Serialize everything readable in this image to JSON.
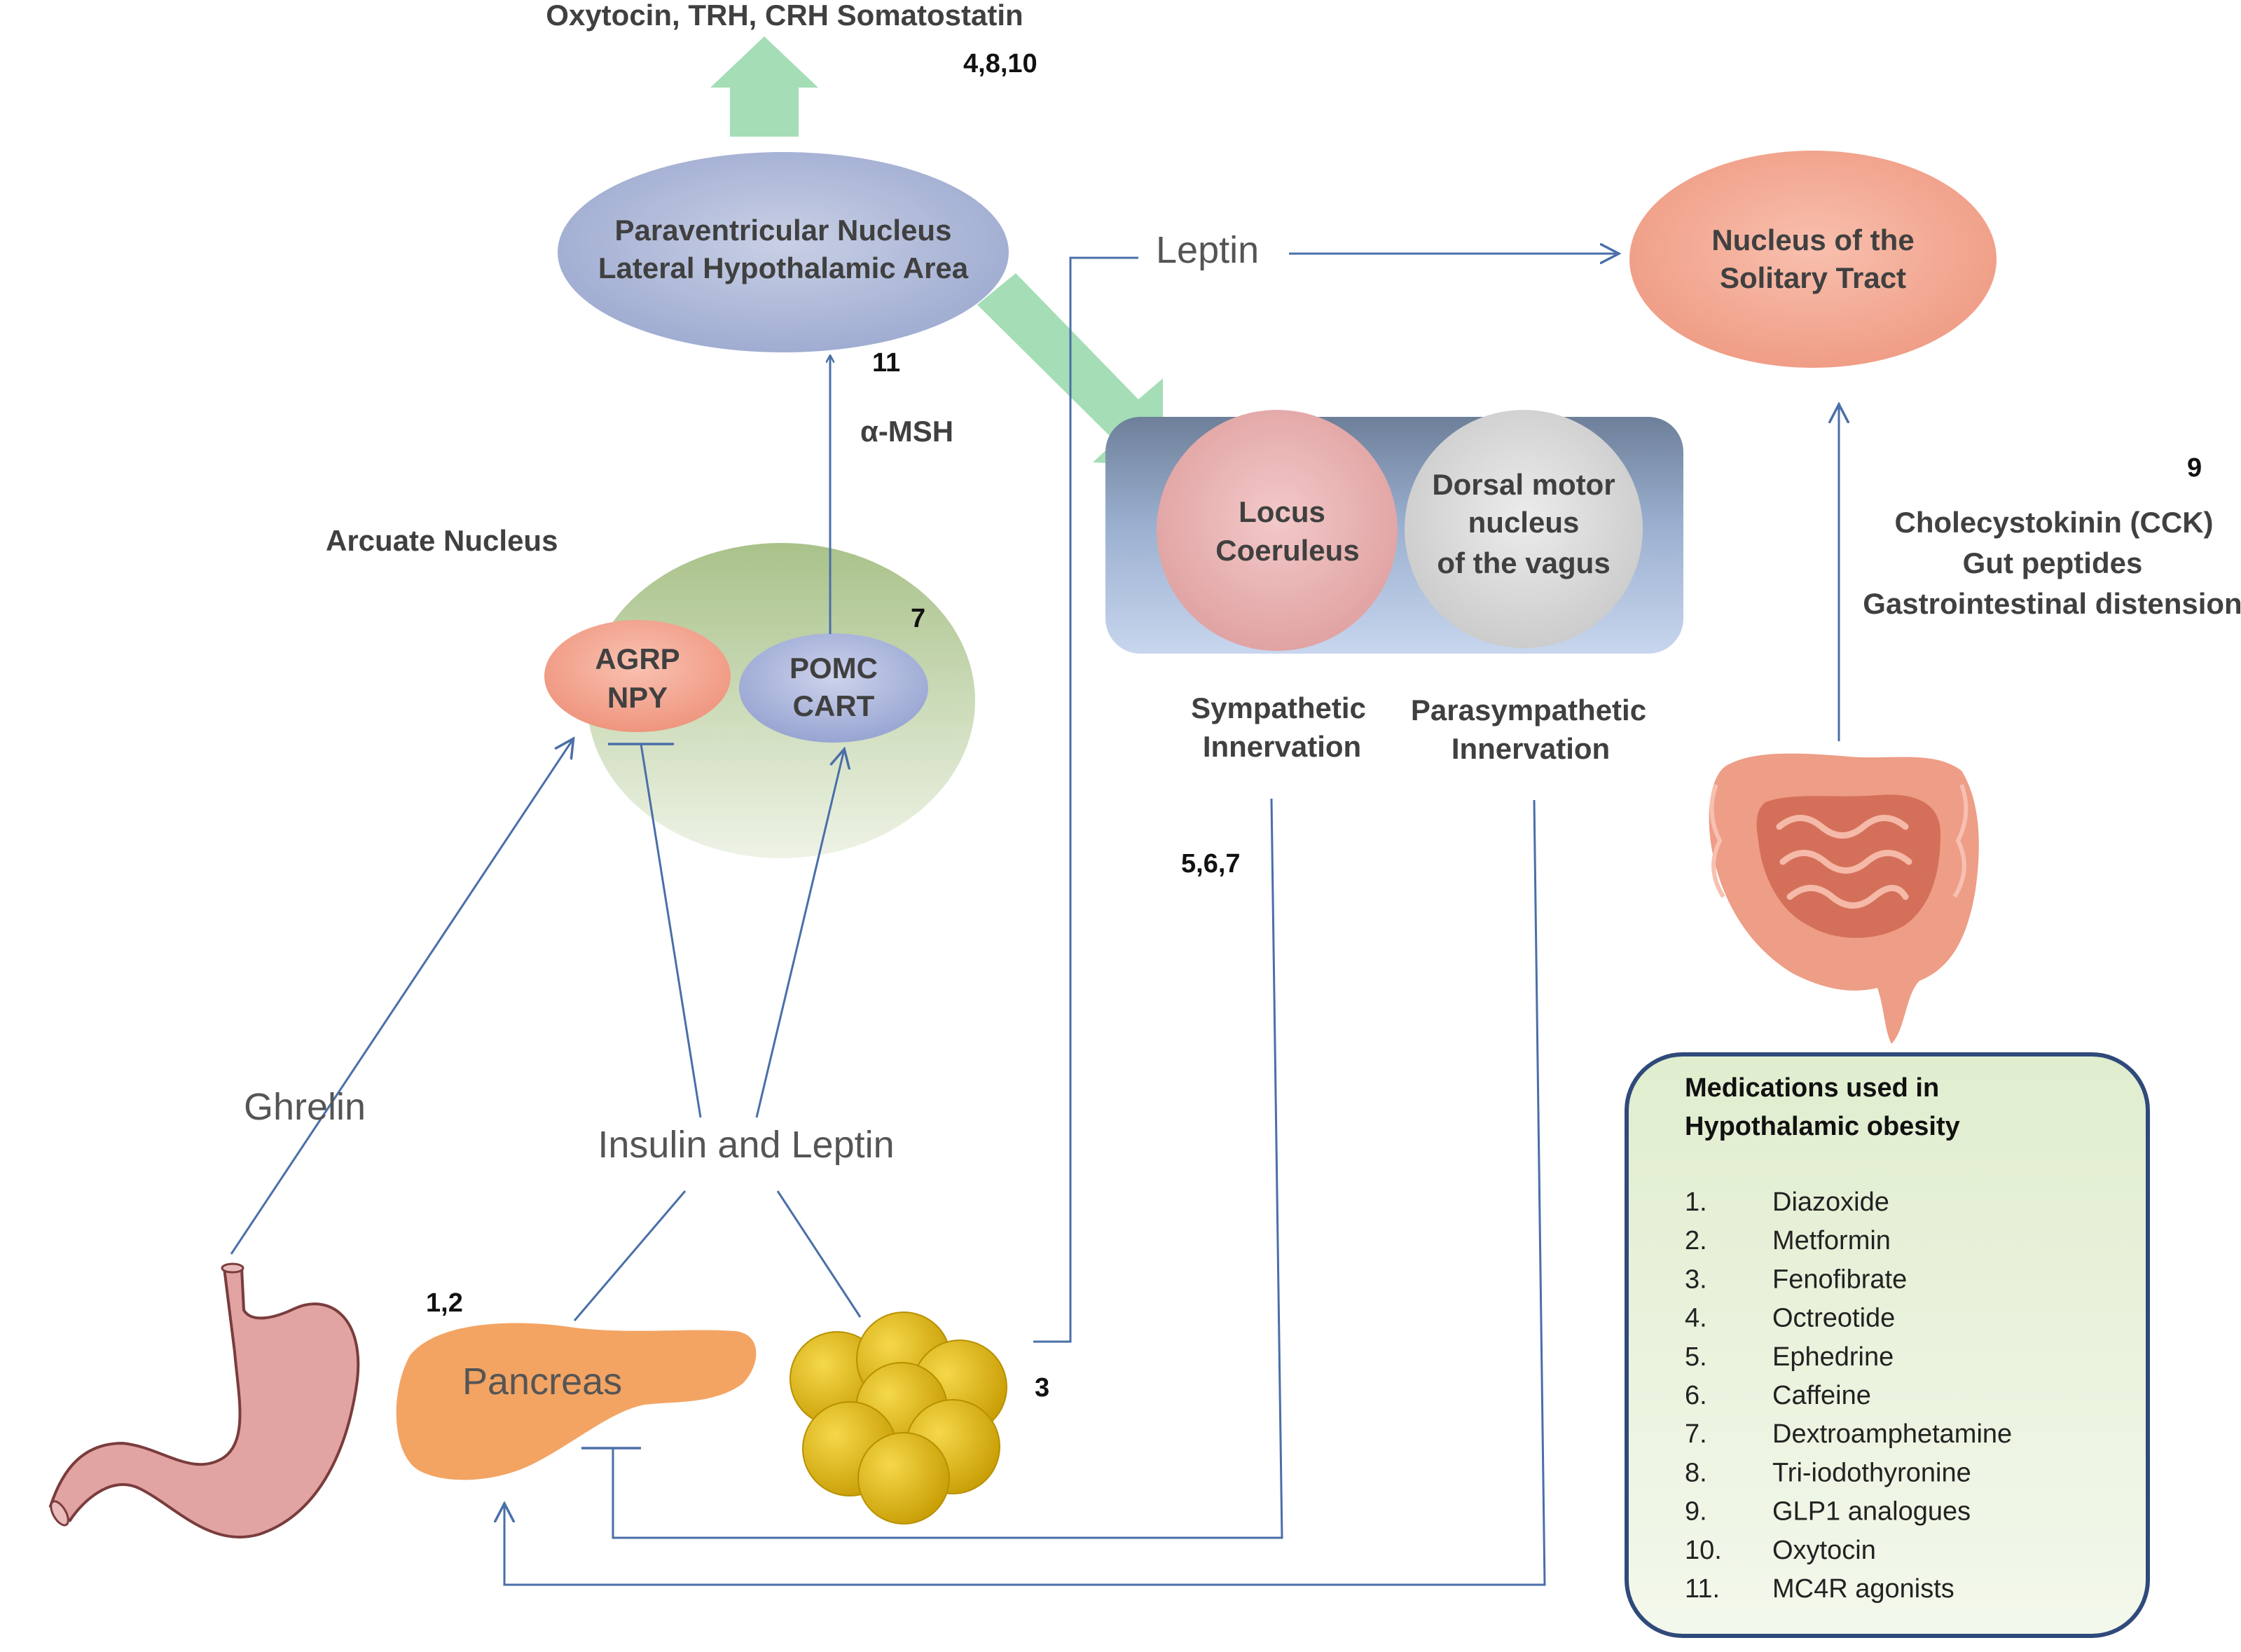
{
  "colors": {
    "arrow_line": "#4a6fa8",
    "green_arrow": "#9fdcb2",
    "pvn_fill": "#aeb8d6",
    "nts_fill": "#f2a48e",
    "arcuate_fill": "#bfd3a6",
    "agrp_fill": "#f4a58f",
    "pomc_fill": "#a9b4d8",
    "locus_fill": "#eab5b5",
    "dorsal_fill": "#d9d9d9",
    "brainstem_box": "#b7c6e3",
    "med_box_fill": "#e6f1d6",
    "med_box_border": "#2f4a7a",
    "stomach_fill": "#e2a4a2",
    "pancreas_fill": "#f3a463",
    "fat_fill": "#e1b80f",
    "gut_fill": "#ee9d86"
  },
  "labels": {
    "top_hormones": "Oxytocin, TRH, CRH Somatostatin",
    "top_hormones_refs": "4,8,10",
    "pvn_line1": "Paraventricular Nucleus",
    "pvn_line2": "Lateral Hypothalamic Area",
    "pvn_ref": "11",
    "alpha_msh": "α-MSH",
    "arcuate": "Arcuate Nucleus",
    "agrp_line1": "AGRP",
    "agrp_line2": "NPY",
    "pomc_line1": "POMC",
    "pomc_line2": "CART",
    "pomc_ref": "7",
    "leptin": "Leptin",
    "nts_line1": "Nucleus of the",
    "nts_line2": "Solitary Tract",
    "locus_line1": "Locus",
    "locus_line2": "Coeruleus",
    "dorsal_line1": "Dorsal motor",
    "dorsal_line2": "nucleus",
    "dorsal_line3": "of the vagus",
    "gut_ref": "9",
    "gut_line1": "Cholecystokinin (CCK)",
    "gut_line2": "Gut peptides",
    "gut_line3": "Gastrointestinal distension",
    "symp_line1": "Sympathetic",
    "symp_line2": "Innervation",
    "para_line1": "Parasympathetic",
    "para_line2": "Innervation",
    "symp_ref": "5,6,7",
    "ghrelin": "Ghrelin",
    "insulin_leptin": "Insulin and Leptin",
    "pancreas": "Pancreas",
    "pancreas_ref": "1,2",
    "fat_ref": "3"
  },
  "medications": {
    "title_line1": "Medications used in",
    "title_line2": "Hypothalamic obesity",
    "items": [
      {
        "num": "1.",
        "name": "Diazoxide"
      },
      {
        "num": "2.",
        "name": "Metformin"
      },
      {
        "num": "3.",
        "name": "Fenofibrate"
      },
      {
        "num": "4.",
        "name": "Octreotide"
      },
      {
        "num": "5.",
        "name": "Ephedrine"
      },
      {
        "num": "6.",
        "name": "Caffeine"
      },
      {
        "num": "7.",
        "name": "Dextroamphetamine"
      },
      {
        "num": "8.",
        "name": "Tri-iodothyronine"
      },
      {
        "num": "9.",
        "name": "GLP1 analogues"
      },
      {
        "num": "10.",
        "name": "Oxytocin"
      },
      {
        "num": "11.",
        "name": "MC4R agonists"
      }
    ]
  }
}
